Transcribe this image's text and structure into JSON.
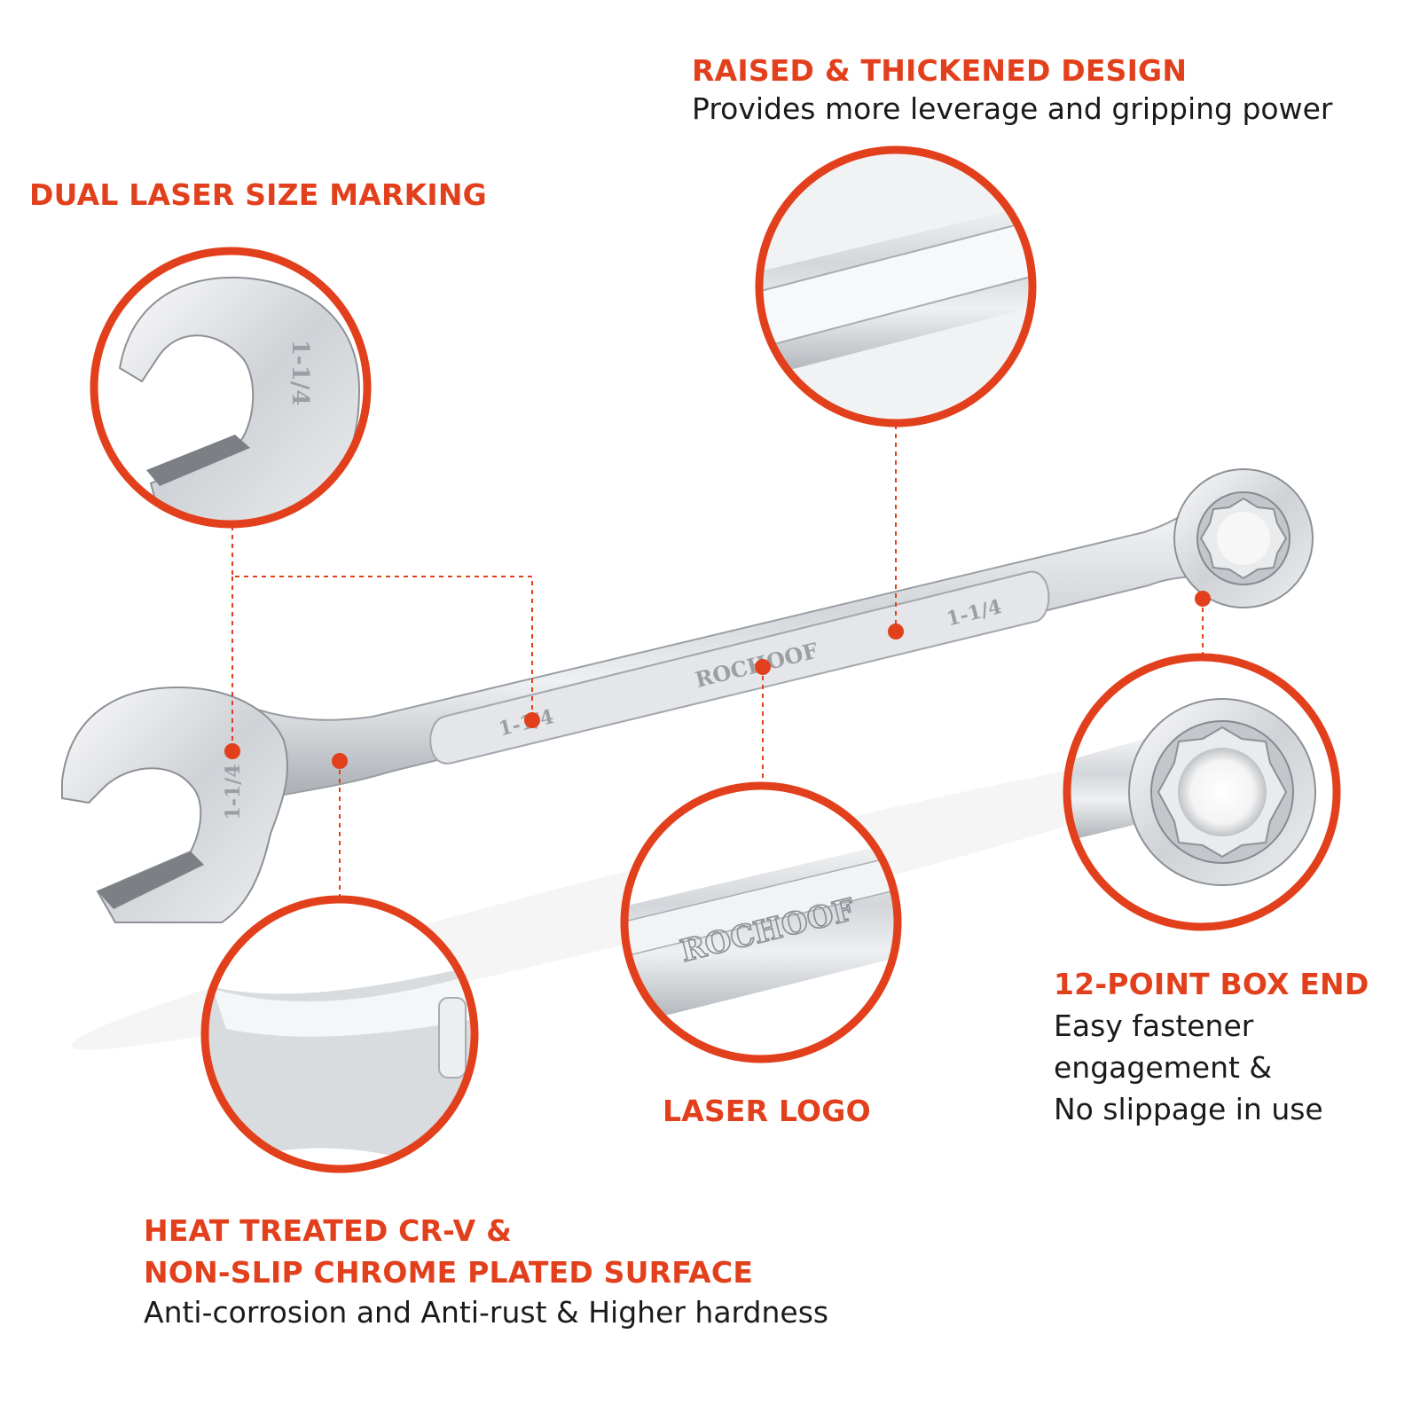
{
  "colors": {
    "accent": "#e2401c",
    "text": "#1a1a1a",
    "steel": "#c9ccd0"
  },
  "callouts": {
    "raised": {
      "title": "RAISED & THICKENED DESIGN",
      "desc": "Provides more leverage and gripping power",
      "icon": "raised-handle-zoom"
    },
    "dual": {
      "title": "DUAL LASER SIZE MARKING",
      "icon": "open-end-zoom"
    },
    "box": {
      "title": "12-POINT BOX END",
      "desc": [
        "Easy fastener",
        "engagement &",
        "No slippage in use"
      ],
      "icon": "box-end-zoom"
    },
    "logo": {
      "title": "LASER LOGO",
      "icon": "logo-zoom"
    },
    "heat": {
      "title": [
        "HEAT TREATED CR-V &",
        "NON-SLIP CHROME PLATED SURFACE"
      ],
      "desc": "Anti-corrosion and Anti-rust & Higher hardness",
      "icon": "surface-zoom"
    }
  },
  "wrench": {
    "brand": "ROCHOOF",
    "size": "1-1/4"
  }
}
